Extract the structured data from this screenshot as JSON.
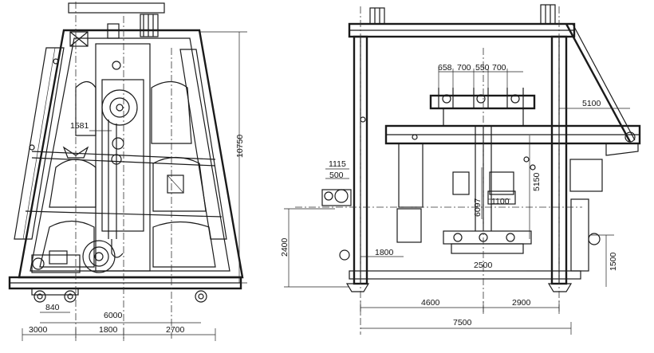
{
  "left_view": {
    "dims": {
      "d10750": "10750",
      "d1581": "1581",
      "d840": "840",
      "d6000": "6000",
      "d3000": "3000",
      "d1800": "1800",
      "d2700": "2700"
    }
  },
  "right_view": {
    "dims": {
      "d658": "658",
      "d700a": "700",
      "d550": "550",
      "d700b": "700",
      "d5100": "5100",
      "d5150": "5150",
      "d6097": "6097",
      "d1100": "1100",
      "d1115": "1115",
      "d500": "500",
      "d2400": "2400",
      "d1800": "1800",
      "d2500": "2500",
      "d1500": "1500",
      "d4600": "4600",
      "d2900": "2900",
      "d7500": "7500"
    }
  }
}
